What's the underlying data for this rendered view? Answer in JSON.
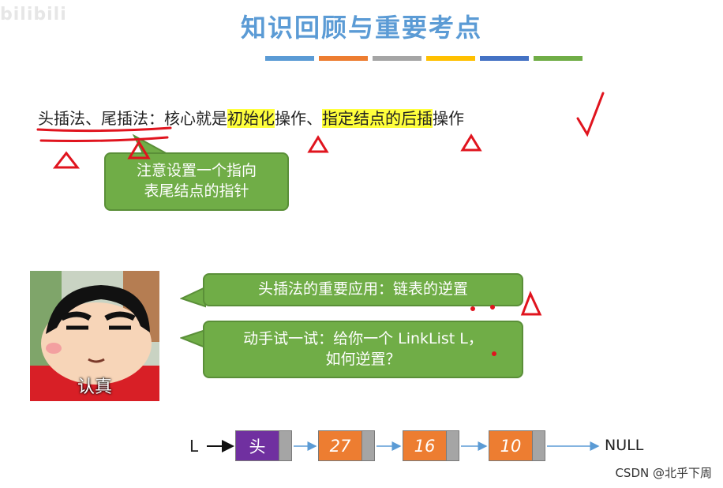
{
  "logo": "bilibili",
  "title": "知识回顾与重要考点",
  "title_color": "#5b9bd5",
  "bar_colors": [
    "#5b9bd5",
    "#ed7d31",
    "#a5a5a5",
    "#ffc000",
    "#4472c4",
    "#70ad47"
  ],
  "main_line": {
    "part1": "头插法、尾插法：核心就是",
    "hl1": "初始化",
    "part2": "操作、",
    "hl2": "指定结点的后插",
    "part3": "操作"
  },
  "bubbles": {
    "tip": "注意设置一个指向\n表尾结点的指针",
    "application": "头插法的重要应用：链表的逆置",
    "exercise": "动手试一试：给你一个 LinkList L，\n如何逆置？"
  },
  "avatar": {
    "label": "认真",
    "icon": "cartoon-boy-face-icon"
  },
  "linked_list": {
    "head_pointer": "L",
    "nodes": [
      {
        "label": "头",
        "color": "#7030a0"
      },
      {
        "label": "27",
        "color": "#ed7d31"
      },
      {
        "label": "16",
        "color": "#ed7d31"
      },
      {
        "label": "10",
        "color": "#ed7d31"
      }
    ],
    "terminator": "NULL"
  },
  "watermark": "CSDN @北乎下周"
}
